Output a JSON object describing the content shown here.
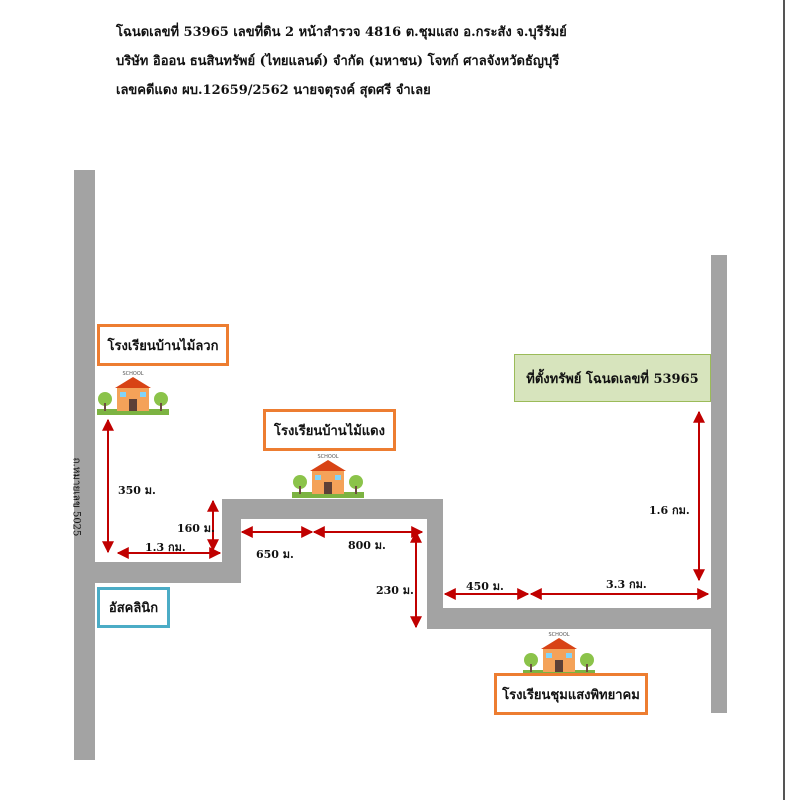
{
  "header": {
    "line1": "โฉนดเลขที่ 53965 เลขที่ดิน 2 หน้าสำรวจ 4816 ต.ชุมแสง อ.กระสัง จ.บุรีรัมย์",
    "line2": "บริษัท อิออน ธนสินทรัพย์ (ไทยแลนด์) จำกัด (มหาชน) โจทก์   ศาลจังหวัดธัญบุรี",
    "line3": "เลขคดีแดง ผบ.12659/2562 นายจตุรงค์ สุดศรี จำเลย"
  },
  "road_label": "ถ.หมายเลข 5025",
  "places": {
    "school_mai_luak": "โรงเรียนบ้านไม้ลวก",
    "school_mai_daeng": "โรงเรียนบ้านไม้แดง",
    "school_chumsaeng": "โรงเรียนชุมแสงพิทยาคม",
    "clinic": "อัสคลินิก",
    "property": "ที่ตั้งทรัพย์ โฉนดเลขที่ 53965"
  },
  "school_sign": "SCHOOL",
  "distances": {
    "d350": "350 ม.",
    "d1_3": "1.3 กม.",
    "d160": "160 ม.",
    "d650": "650 ม.",
    "d800": "800 ม.",
    "d230": "230 ม.",
    "d450": "450 ม.",
    "d3_3": "3.3 กม.",
    "d1_6": "1.6 กม."
  },
  "colors": {
    "road": "#a3a3a3",
    "arrow": "#c00000",
    "school_box_border": "#ed7d31",
    "clinic_box_border": "#4bacc6",
    "property_box_fill": "#d7e4bd"
  }
}
